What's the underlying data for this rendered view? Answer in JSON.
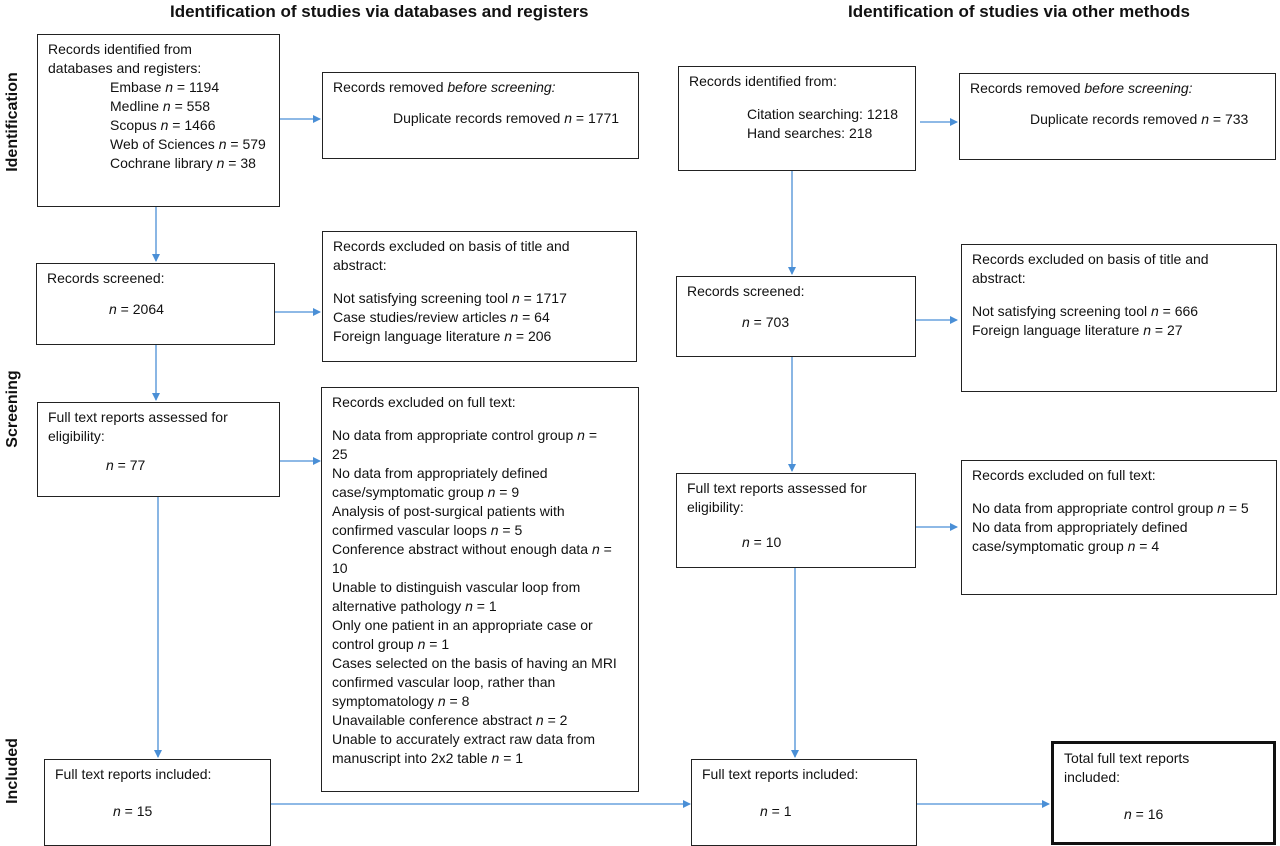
{
  "headers": {
    "left": "Identification of studies via databases and registers",
    "right": "Identification of studies via other methods"
  },
  "phases": {
    "identification": "Identification",
    "screening": "Screening",
    "included": "Included"
  },
  "left": {
    "identified": {
      "title_l1": "Records identified from",
      "title_l2": "databases and registers:",
      "items": [
        {
          "label": "Embase ",
          "n": "n",
          "value": " = 1194"
        },
        {
          "label": "Medline ",
          "n": "n",
          "value": " = 558"
        },
        {
          "label": "Scopus ",
          "n": "n",
          "value": " = 1466"
        },
        {
          "label": "Web of Sciences ",
          "n": "n",
          "value": " = 579"
        },
        {
          "label": "Cochrane library ",
          "n": "n",
          "value": " = 38"
        }
      ]
    },
    "removed": {
      "title_a": "Records removed ",
      "title_b": "before screening:",
      "line_a": "Duplicate records removed ",
      "line_n": "n",
      "line_b": " = 1771"
    },
    "screened": {
      "title": "Records screened:",
      "n": "n",
      "value": " = 2064"
    },
    "excluded_ta": {
      "title_l1": "Records excluded on basis of title and",
      "title_l2": "abstract:",
      "items": [
        {
          "label": "Not satisfying screening tool ",
          "n": "n",
          "value": " = 1717"
        },
        {
          "label": "Case studies/review articles ",
          "n": "n",
          "value": " = 64"
        },
        {
          "label": "Foreign language literature ",
          "n": "n",
          "value": " = 206"
        }
      ]
    },
    "fulltext": {
      "title_l1": "Full text reports assessed for",
      "title_l2": "eligibility:",
      "n": "n",
      "value": " = 77"
    },
    "excluded_ft": {
      "title": "Records excluded on full text:",
      "lines": [
        {
          "a": "No data from appropriate control group ",
          "n": "n",
          "b": " ="
        },
        {
          "a": "25",
          "n": "",
          "b": ""
        },
        {
          "a": "No data from appropriately defined",
          "n": "",
          "b": ""
        },
        {
          "a": "case/symptomatic group ",
          "n": "n",
          "b": " = 9"
        },
        {
          "a": "Analysis of post-surgical patients with",
          "n": "",
          "b": ""
        },
        {
          "a": "confirmed vascular loops ",
          "n": "n",
          "b": " = 5"
        },
        {
          "a": "Conference abstract without enough data ",
          "n": "n",
          "b": " ="
        },
        {
          "a": "10",
          "n": "",
          "b": ""
        },
        {
          "a": "Unable to distinguish vascular loop from",
          "n": "",
          "b": ""
        },
        {
          "a": "alternative pathology ",
          "n": "n",
          "b": " = 1"
        },
        {
          "a": "Only one patient in an appropriate case or",
          "n": "",
          "b": ""
        },
        {
          "a": "control group ",
          "n": "n",
          "b": " = 1"
        },
        {
          "a": "Cases selected on the basis of having an MRI",
          "n": "",
          "b": ""
        },
        {
          "a": "confirmed vascular loop, rather than",
          "n": "",
          "b": ""
        },
        {
          "a": "symptomatology ",
          "n": "n",
          "b": " = 8"
        },
        {
          "a": "Unavailable conference abstract ",
          "n": "n",
          "b": " = 2"
        },
        {
          "a": "Unable to accurately extract raw data from",
          "n": "",
          "b": ""
        },
        {
          "a": "manuscript into 2x2 table ",
          "n": "n",
          "b": " = 1"
        }
      ]
    },
    "included": {
      "title": "Full text reports included:",
      "n": "n",
      "value": " = 15"
    }
  },
  "right": {
    "identified": {
      "title": "Records identified from:",
      "items": [
        "Citation searching: 1218",
        "Hand searches: 218"
      ]
    },
    "removed": {
      "title_a": "Records removed ",
      "title_b": "before screening:",
      "line_a": "Duplicate records removed ",
      "line_n": "n",
      "line_b": " = 733"
    },
    "screened": {
      "title": "Records screened:",
      "n": "n",
      "value": " = 703"
    },
    "excluded_ta": {
      "title_l1": "Records excluded on basis of title and",
      "title_l2": "abstract:",
      "items": [
        {
          "label": "Not satisfying screening tool ",
          "n": "n",
          "value": " = 666"
        },
        {
          "label": "Foreign language literature ",
          "n": "n",
          "value": " = 27"
        }
      ]
    },
    "fulltext": {
      "title_l1": "Full text reports assessed for",
      "title_l2": "eligibility:",
      "n": "n",
      "value": " = 10"
    },
    "excluded_ft": {
      "title": "Records excluded on full text:",
      "lines": [
        {
          "a": "No data from appropriate control group ",
          "n": "n",
          "b": " = 5"
        },
        {
          "a": "No data from appropriately defined",
          "n": "",
          "b": ""
        },
        {
          "a": "case/symptomatic group ",
          "n": "n",
          "b": " = 4"
        }
      ]
    },
    "included": {
      "title": "Full text reports included:",
      "n": "n",
      "value": " = 1"
    }
  },
  "total": {
    "title_l1": "Total full text reports",
    "title_l2": "included:",
    "n": "n",
    "value": " = 16"
  },
  "colors": {
    "arrow": "#4a8fd6",
    "border": "#222222"
  }
}
